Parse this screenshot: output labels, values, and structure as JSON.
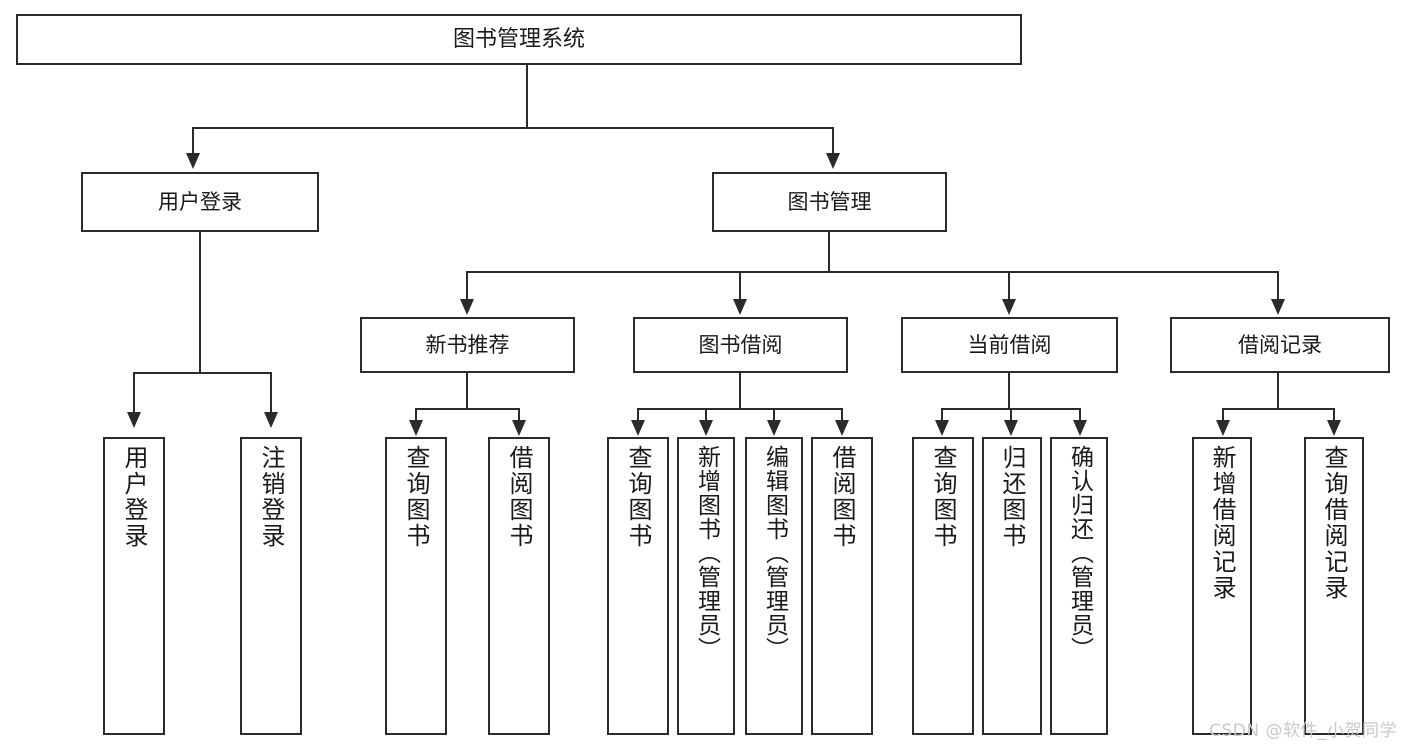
{
  "diagram": {
    "type": "tree-hierarchy",
    "title": "图书管理系统",
    "root": {
      "label": "图书管理系统"
    },
    "level1": [
      {
        "label": "用户登录"
      },
      {
        "label": "图书管理"
      }
    ],
    "level2": [
      {
        "label": "新书推荐"
      },
      {
        "label": "图书借阅"
      },
      {
        "label": "当前借阅"
      },
      {
        "label": "借阅记录"
      }
    ],
    "leaves": {
      "user_login": [
        {
          "label": "用户登录"
        },
        {
          "label": "注销登录"
        }
      ],
      "new_book_recommend": [
        {
          "label": "查询图书"
        },
        {
          "label": "借阅图书"
        }
      ],
      "book_borrow": [
        {
          "label": "查询图书"
        },
        {
          "label": "新增图书（管理员）"
        },
        {
          "label": "编辑图书（管理员）"
        },
        {
          "label": "借阅图书"
        }
      ],
      "current_borrow": [
        {
          "label": "查询图书"
        },
        {
          "label": "归还图书"
        },
        {
          "label": "确认归还（管理员）"
        }
      ],
      "borrow_record": [
        {
          "label": "新增借阅记录"
        },
        {
          "label": "查询借阅记录"
        }
      ]
    },
    "watermark": "CSDN @软件_小贺同学",
    "colors": {
      "stroke": "#2b2b2b",
      "fill": "#ffffff",
      "text": "#1a1a1a",
      "watermark": "#c9c9c9"
    }
  }
}
